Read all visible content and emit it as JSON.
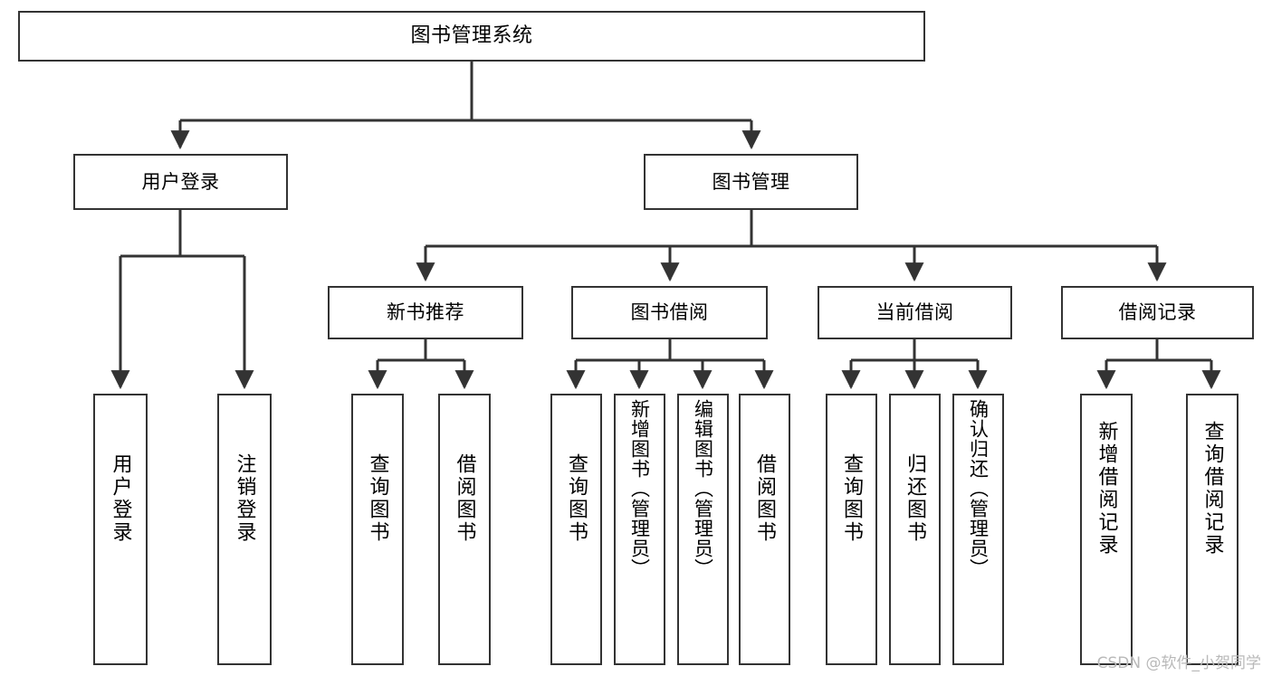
{
  "diagram": {
    "type": "tree-hierarchy-chart",
    "title": "图书管理系统",
    "line_color": "#333333",
    "box_fill": "#ffffff",
    "text_color": "#000000",
    "watermark": "CSDN @软件_小贺同学",
    "levels": {
      "level1": [
        {
          "id": "root",
          "label": "图书管理系统",
          "orientation": "horizontal"
        }
      ],
      "level2": [
        {
          "id": "user-login",
          "label": "用户登录",
          "orientation": "horizontal"
        },
        {
          "id": "book-management",
          "label": "图书管理",
          "orientation": "horizontal"
        }
      ],
      "level3": [
        {
          "id": "new-book-recommend",
          "label": "新书推荐",
          "orientation": "horizontal"
        },
        {
          "id": "book-borrow",
          "label": "图书借阅",
          "orientation": "horizontal"
        },
        {
          "id": "current-borrow",
          "label": "当前借阅",
          "orientation": "horizontal"
        },
        {
          "id": "borrow-record",
          "label": "借阅记录",
          "orientation": "horizontal"
        }
      ],
      "level4": [
        {
          "id": "leaf-user-login",
          "label": "用户登录",
          "orientation": "vertical",
          "parent": "user-login"
        },
        {
          "id": "leaf-logout-login",
          "label": "注销登录",
          "orientation": "vertical",
          "parent": "user-login"
        },
        {
          "id": "leaf-query-book-1",
          "label": "查询图书",
          "orientation": "vertical",
          "parent": "new-book-recommend"
        },
        {
          "id": "leaf-borrow-book-1",
          "label": "借阅图书",
          "orientation": "vertical",
          "parent": "new-book-recommend"
        },
        {
          "id": "leaf-query-book-2",
          "label": "查询图书",
          "orientation": "vertical",
          "parent": "book-borrow"
        },
        {
          "id": "leaf-add-book",
          "label": "新增图书（管理员）",
          "orientation": "vertical",
          "parent": "book-borrow"
        },
        {
          "id": "leaf-edit-book",
          "label": "编辑图书（管理员）",
          "orientation": "vertical",
          "parent": "book-borrow"
        },
        {
          "id": "leaf-borrow-book-2",
          "label": "借阅图书",
          "orientation": "vertical",
          "parent": "book-borrow"
        },
        {
          "id": "leaf-query-book-3",
          "label": "查询图书",
          "orientation": "vertical",
          "parent": "current-borrow"
        },
        {
          "id": "leaf-return-book",
          "label": "归还图书",
          "orientation": "vertical",
          "parent": "current-borrow"
        },
        {
          "id": "leaf-confirm-return",
          "label": "确认归还（管理员）",
          "orientation": "vertical",
          "parent": "current-borrow"
        },
        {
          "id": "leaf-add-record",
          "label": "新增借阅记录",
          "orientation": "vertical",
          "parent": "borrow-record"
        },
        {
          "id": "leaf-query-record",
          "label": "查询借阅记录",
          "orientation": "vertical",
          "parent": "borrow-record"
        }
      ]
    }
  }
}
